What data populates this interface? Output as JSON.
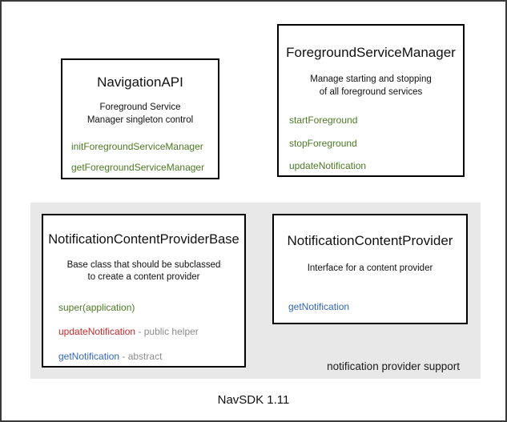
{
  "diagram": {
    "footer_label": "NavSDK 1.11",
    "group_panel": {
      "label": "notification provider support"
    },
    "colors": {
      "green": "#4c7a23",
      "red": "#c42b2b",
      "blue": "#3366bb",
      "note_gray": "#8c8c8c",
      "panel_bg": "#e8e8e8",
      "border": "#000000",
      "outer_border": "#3a3a3a"
    },
    "boxes": [
      {
        "id": "navigation-api",
        "title": "NavigationAPI",
        "description": [
          "Foreground Service",
          "Manager singleton control"
        ],
        "members": [
          {
            "name": "initForegroundServiceManager",
            "color": "green",
            "note": ""
          },
          {
            "name": "getForegroundServiceManager",
            "color": "green",
            "note": ""
          }
        ]
      },
      {
        "id": "foreground-service-manager",
        "title": "ForegroundServiceManager",
        "description": [
          "Manage starting and stopping",
          "of all foreground services"
        ],
        "members": [
          {
            "name": "startForeground",
            "color": "green",
            "note": ""
          },
          {
            "name": "stopForeground",
            "color": "green",
            "note": ""
          },
          {
            "name": "updateNotification",
            "color": "green",
            "note": ""
          }
        ]
      },
      {
        "id": "notification-content-provider-base",
        "title": "NotificationContentProviderBase",
        "description": [
          "Base class that should be subclassed",
          "to create a content provider"
        ],
        "members": [
          {
            "name": "super(application)",
            "color": "green",
            "note": ""
          },
          {
            "name": "updateNotification",
            "color": "red",
            "note": " - public helper"
          },
          {
            "name": "getNotification",
            "color": "blue",
            "note": " - abstract"
          }
        ]
      },
      {
        "id": "notification-content-provider",
        "title": "NotificationContentProvider",
        "description": [
          "Interface for a content provider"
        ],
        "members": [
          {
            "name": "getNotification",
            "color": "blue",
            "note": ""
          }
        ]
      }
    ]
  }
}
